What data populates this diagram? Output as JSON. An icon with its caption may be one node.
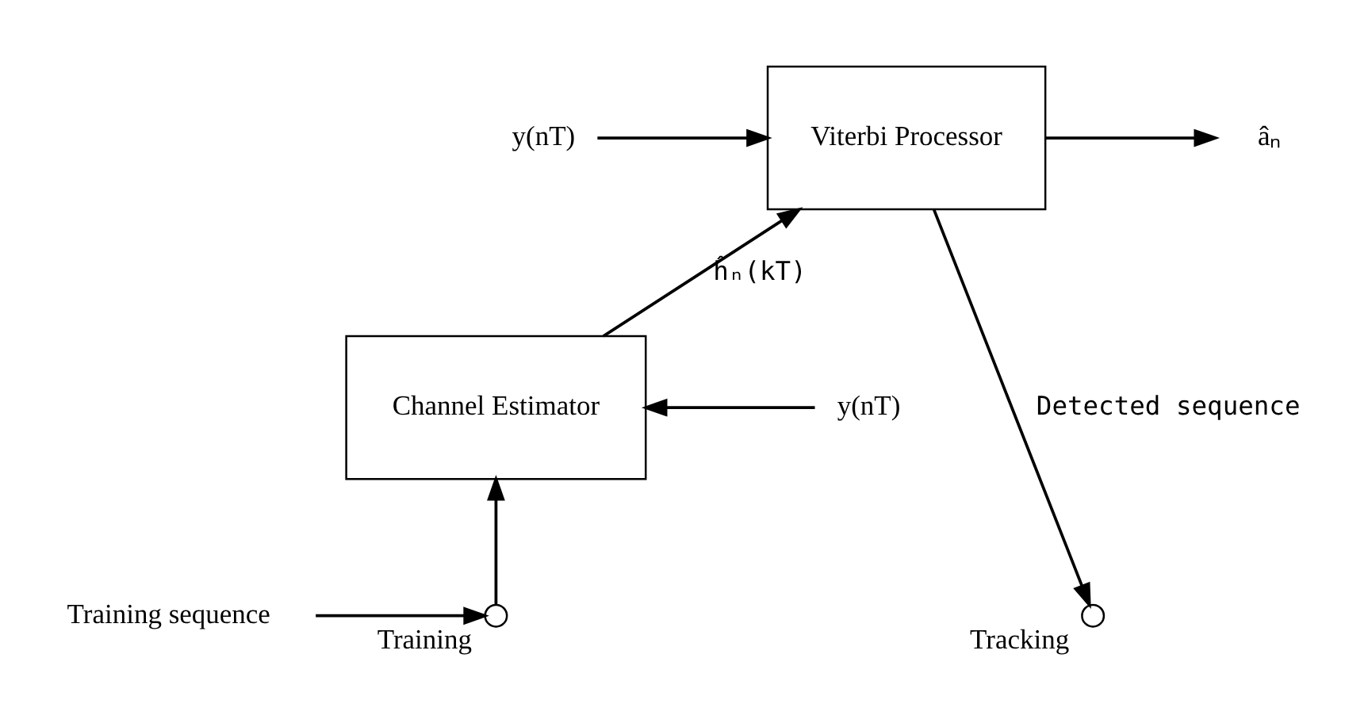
{
  "diagram": {
    "nodes": [
      {
        "text": [
          "y(nT)"
        ]
      },
      {
        "text": [
          "Viterbi Processor"
        ]
      },
      {
        "text": [
          "âₙ"
        ]
      },
      {
        "text": [
          "y(nT)"
        ]
      },
      {
        "text": [
          "Channel Estimator"
        ]
      },
      {
        "text": [
          "Training sequence"
        ]
      },
      {
        "text": [],
        "shape": "circle",
        "beside": [
          "Training"
        ]
      },
      {
        "text": [],
        "shape": "circle",
        "beside": [
          "Tracking"
        ]
      }
    ],
    "edges": [
      {
        "from": 0,
        "to": 1,
        "arrow": "to"
      },
      {
        "from": 1,
        "to": 2,
        "arrow": "to"
      },
      {
        "from": 3,
        "to": 4,
        "arrow": "to"
      },
      {
        "from": 4,
        "to": 1,
        "arrow": "to",
        "label": "ĥₙ(kT)"
      },
      {
        "from": 5,
        "to": 6,
        "arrow": "to"
      },
      {
        "from": 6,
        "to": 4,
        "arrow": "to"
      },
      {
        "from": 1,
        "to": 7,
        "arrow": "to",
        "label": "Detected sequence"
      }
    ]
  }
}
